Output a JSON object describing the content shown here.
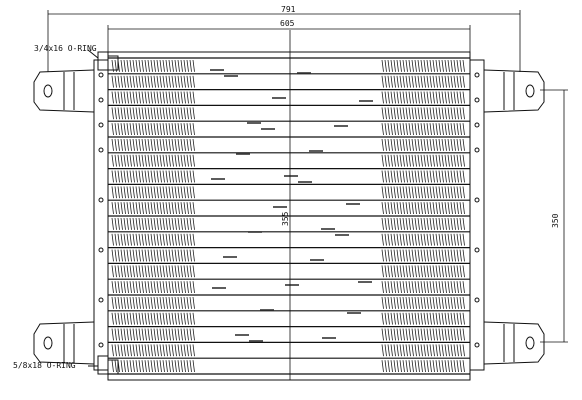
{
  "drawing": {
    "dim_overall_width": "791",
    "dim_core_width": "605",
    "dim_core_height": "350",
    "dim_center": "355",
    "fitting_top": "3/4x16 O-RING",
    "fitting_bottom": "5/8x18 O-RING",
    "tube_rows": 20
  }
}
